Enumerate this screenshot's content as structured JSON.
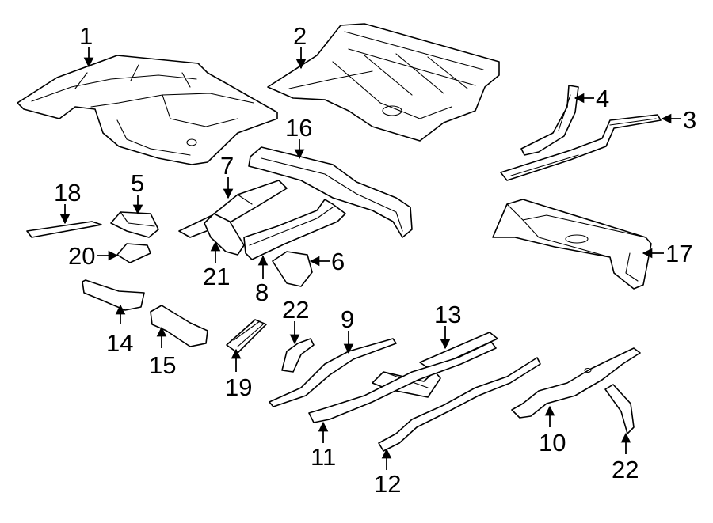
{
  "diagram": {
    "callouts": {
      "c1": "1",
      "c2": "2",
      "c3": "3",
      "c4": "4",
      "c5": "5",
      "c6": "6",
      "c7": "7",
      "c8": "8",
      "c9": "9",
      "c10": "10",
      "c11": "11",
      "c12": "12",
      "c13": "13",
      "c14": "14",
      "c15": "15",
      "c16": "16",
      "c17": "17",
      "c18": "18",
      "c19": "19",
      "c20": "20",
      "c21": "21",
      "c22a": "22",
      "c22b": "22"
    },
    "line_color": "#000000",
    "background": "#ffffff"
  }
}
